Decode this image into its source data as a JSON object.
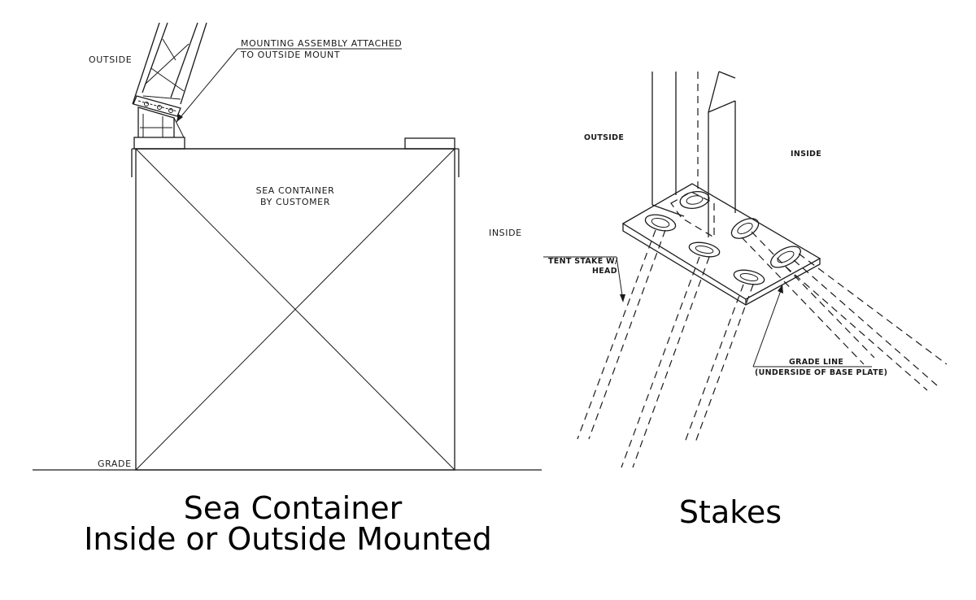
{
  "left_diagram": {
    "outside_label": "OUTSIDE",
    "inside_label": "INSIDE",
    "callout_line1": "MOUNTING ASSEMBLY ATTACHED",
    "callout_line2": "TO OUTSIDE MOUNT",
    "container_line1": "SEA CONTAINER",
    "container_line2": "BY CUSTOMER",
    "grade_label": "GRADE",
    "caption_line1": "Sea Container",
    "caption_line2": "Inside or Outside Mounted"
  },
  "right_diagram": {
    "outside_label": "OUTSIDE",
    "inside_label": "INSIDE",
    "stake_line1": "TENT STAKE W/",
    "stake_line2": "HEAD",
    "grade_line1": "GRADE LINE",
    "grade_line2": "(UNDERSIDE OF BASE PLATE)",
    "caption": "Stakes"
  }
}
